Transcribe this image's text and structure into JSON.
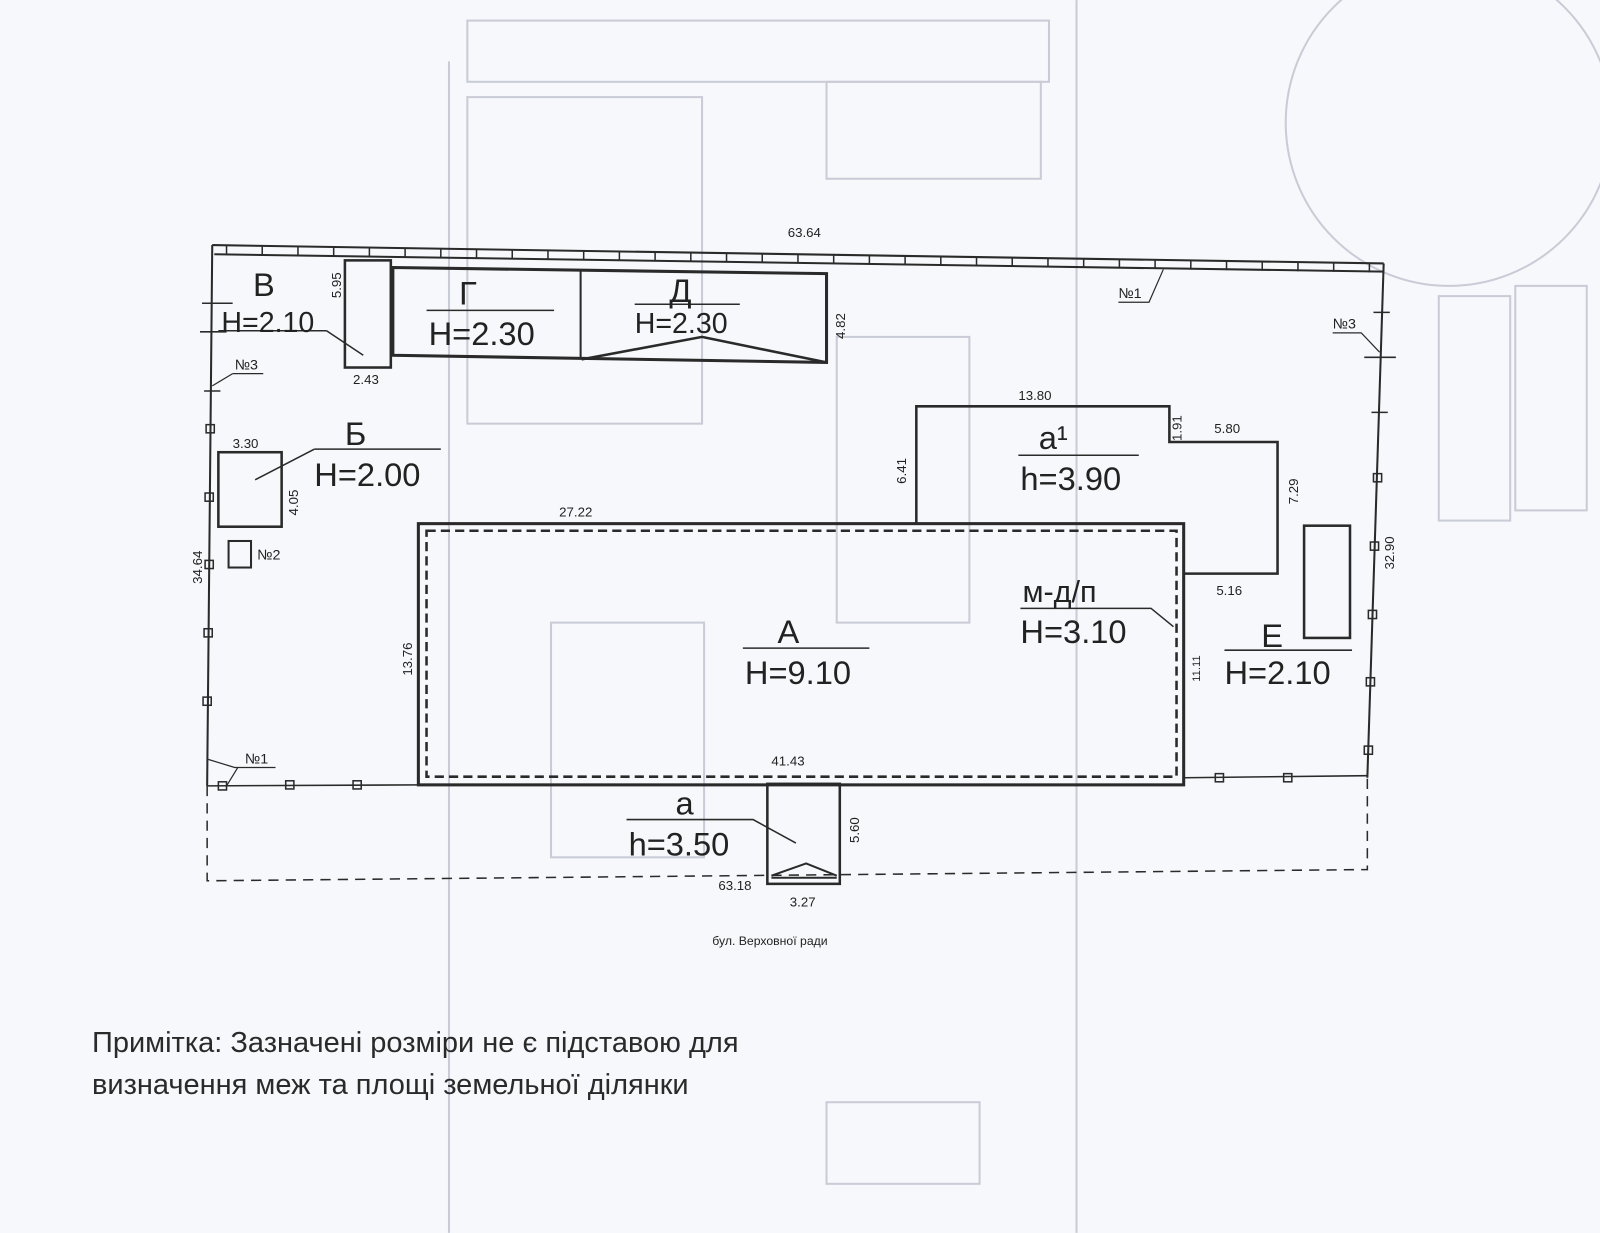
{
  "buildings": {
    "v": {
      "letter": "В",
      "height": "H=2.10",
      "dim_h": "5.95",
      "dim_w": "2.43"
    },
    "g": {
      "letter": "Г",
      "height": "H=2.30"
    },
    "d": {
      "letter": "Д",
      "height": "H=2.30",
      "dim_h": "4.82"
    },
    "b": {
      "letter": "Б",
      "height": "H=2.00",
      "dim_w": "3.30",
      "dim_h": "4.05"
    },
    "a_main": {
      "letter": "А",
      "height": "H=9.10",
      "dim_top": "27.22",
      "dim_left": "13.76",
      "dim_bottom": "41.43",
      "dim_right": "11.11"
    },
    "a1": {
      "letter": "а¹",
      "height": "h=3.90",
      "dim_top": "13.80",
      "dim_step": "1.91",
      "dim_right_top": "5.80",
      "dim_right": "7.29",
      "dim_left": "6.41",
      "dim_bottom": "5.16"
    },
    "mdp": {
      "letter": "м-д/п",
      "height": "H=3.10"
    },
    "e": {
      "letter": "Е",
      "height": "H=2.10"
    },
    "a_small": {
      "letter": "а",
      "height": "h=3.50",
      "dim_h": "5.60",
      "dim_w": "3.27"
    }
  },
  "boundary": {
    "top": "63.64",
    "left": "34.64",
    "right": "32.90",
    "bottom": "63.18"
  },
  "markers": {
    "n1_top": "№1",
    "n1_bottom": "№1",
    "n2": "№2",
    "n3_left": "№3",
    "n3_right": "№3"
  },
  "street": "бул. Верховної ради",
  "note": {
    "line1": "Примітка: Зазначені розміри не є підставою для",
    "line2": "визначення меж та площі  земельної ділянки"
  }
}
